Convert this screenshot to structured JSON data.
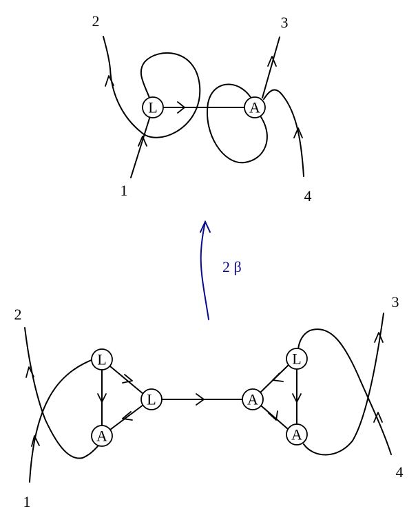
{
  "top_diagram": {
    "nodes": {
      "left": "L",
      "right": "A"
    },
    "endpoints": {
      "one": "1",
      "two": "2",
      "three": "3",
      "four": "4"
    }
  },
  "transformation": {
    "label": "2 β",
    "color": "#0a0a8c"
  },
  "bottom_diagram": {
    "nodes": {
      "left_top": "L",
      "left_bottom": "A",
      "center_left": "L",
      "center_right": "A",
      "right_top": "L",
      "right_bottom": "A"
    },
    "endpoints": {
      "one": "1",
      "two": "2",
      "three": "3",
      "four": "4"
    }
  }
}
